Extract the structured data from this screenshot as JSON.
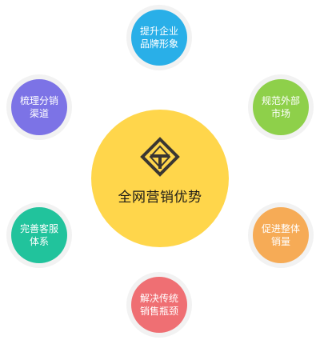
{
  "center": {
    "title": "全网营销优势",
    "logo_icon": "triangle-t-logo"
  },
  "nodes": {
    "top": {
      "label": "提升企业品牌形象",
      "color": "#29afe8"
    },
    "left_upper": {
      "label": "梳理分销渠道",
      "color": "#7c73e6"
    },
    "right_upper": {
      "label": "规范外部市场",
      "color": "#8ed04a"
    },
    "left_lower": {
      "label": "完善客服体系",
      "color": "#21c39c"
    },
    "right_lower": {
      "label": "促进整体销量",
      "color": "#f6ab56"
    },
    "bottom": {
      "label": "解决传统销售瓶颈",
      "color": "#ef6f73"
    }
  },
  "center_color": "#ffd64b"
}
